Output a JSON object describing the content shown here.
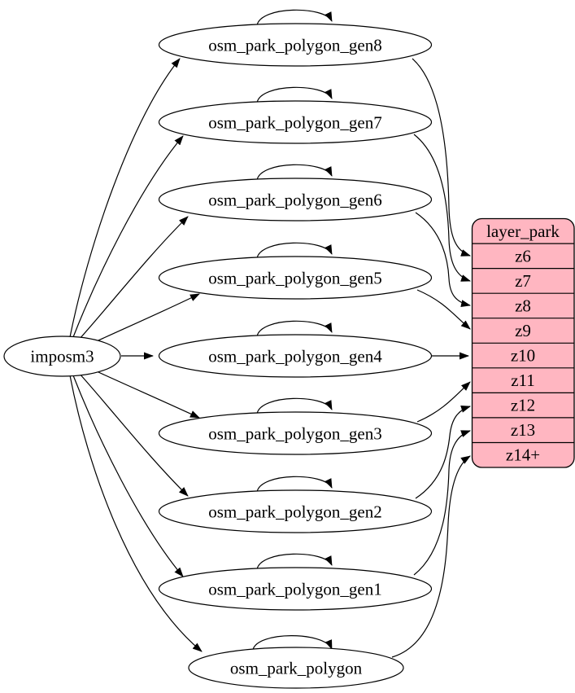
{
  "graph": {
    "source": {
      "label": "imposm3"
    },
    "tables": [
      {
        "label": "osm_park_polygon_gen8",
        "self_loop": true,
        "maps_to": "z6"
      },
      {
        "label": "osm_park_polygon_gen7",
        "self_loop": true,
        "maps_to": "z7"
      },
      {
        "label": "osm_park_polygon_gen6",
        "self_loop": true,
        "maps_to": "z8"
      },
      {
        "label": "osm_park_polygon_gen5",
        "self_loop": true,
        "maps_to": "z9"
      },
      {
        "label": "osm_park_polygon_gen4",
        "self_loop": true,
        "maps_to": "z10"
      },
      {
        "label": "osm_park_polygon_gen3",
        "self_loop": true,
        "maps_to": "z11"
      },
      {
        "label": "osm_park_polygon_gen2",
        "self_loop": true,
        "maps_to": "z12"
      },
      {
        "label": "osm_park_polygon_gen1",
        "self_loop": true,
        "maps_to": "z13"
      },
      {
        "label": "osm_park_polygon",
        "self_loop": true,
        "maps_to": "z14+"
      }
    ],
    "layer": {
      "title": "layer_park",
      "rows": [
        "z6",
        "z7",
        "z8",
        "z9",
        "z10",
        "z11",
        "z12",
        "z13",
        "z14+"
      ]
    },
    "colors": {
      "layer_fill": "#FFB6C1",
      "table_fill": "#FFFFFF",
      "stroke": "#000000",
      "background": "#FFFFFF"
    }
  }
}
